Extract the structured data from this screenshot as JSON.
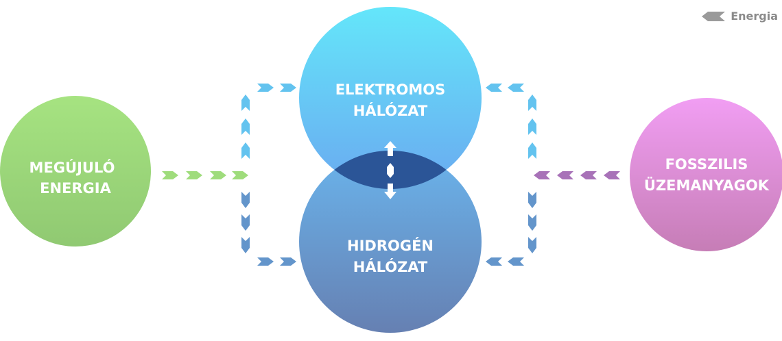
{
  "legend": {
    "label": "Energia",
    "icon": "chevron-left-icon",
    "color": "#9a9a9a"
  },
  "nodes": {
    "renewable": {
      "line1": "MEGÚJULÓ",
      "line2": "ENERGIA",
      "color_top": "#a6e381",
      "color_bottom": "#90c972"
    },
    "electric": {
      "line1": "ELEKTROMOS",
      "line2": "HÁLÓZAT",
      "color_top": "#64e6fa",
      "color_bottom": "#6aaaf0"
    },
    "hydrogen": {
      "line1": "HIDROGÉN",
      "line2": "HÁLÓZAT",
      "color_top": "#6ab4ec",
      "color_bottom": "#6680b2"
    },
    "fossil": {
      "line1": "FOSSZILIS",
      "line2": "ÜZEMANYAGOK",
      "color_top": "#f19ef3",
      "color_bottom": "#c67db6"
    }
  },
  "overlap_color": "#2b5597",
  "flow_colors": {
    "green": "#9fdc7c",
    "blue_light": "#63c3ef",
    "blue_dark": "#6395cb",
    "purple": "#a872b8"
  }
}
